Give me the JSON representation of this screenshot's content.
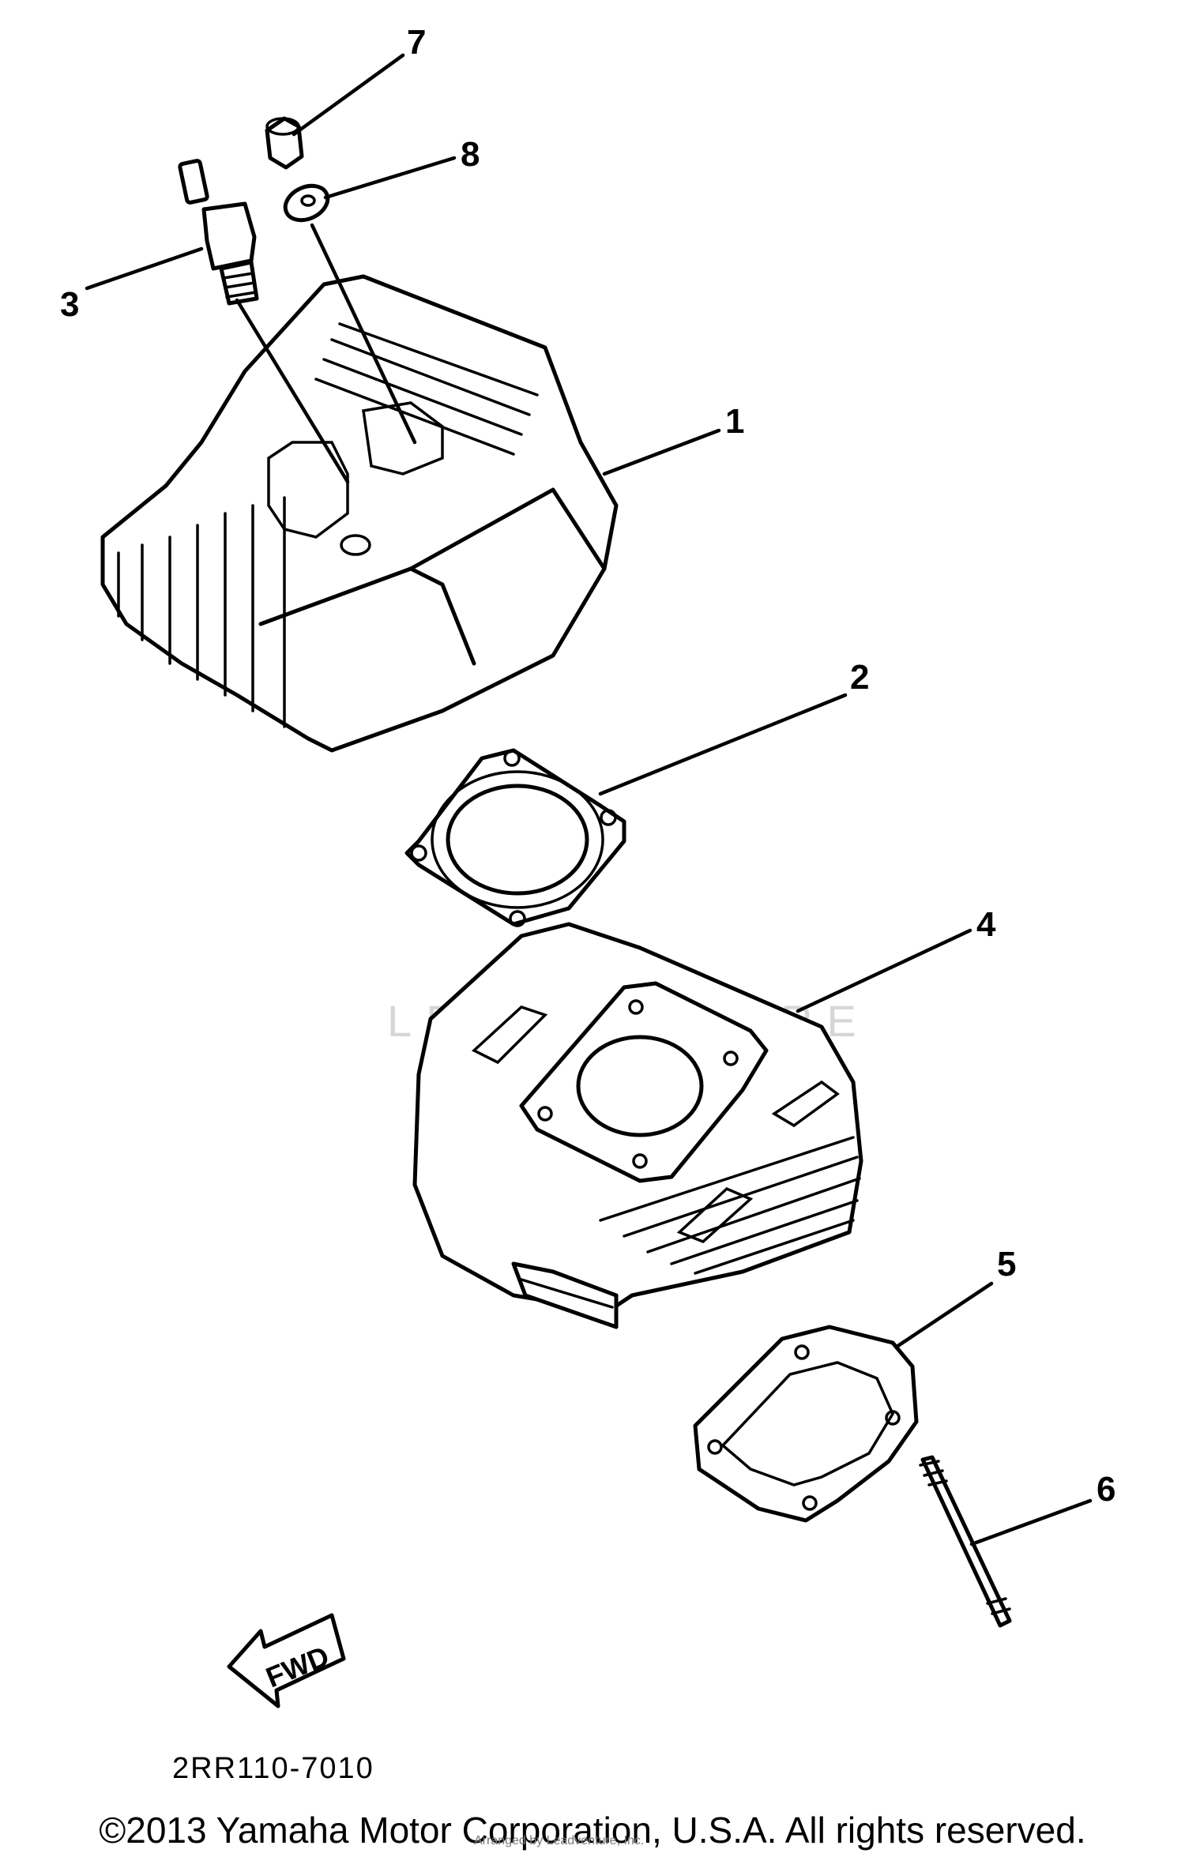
{
  "callouts": [
    "1",
    "2",
    "3",
    "4",
    "5",
    "6",
    "7",
    "8"
  ],
  "fwd_label": "FWD",
  "watermark": "LEADVENTURE",
  "diagram_code": "2RR110-7010",
  "copyright": "©2013 Yamaha Motor Corporation, U.S.A. All rights reserved.",
  "fineprint": "Arranged by Leadventure, Inc."
}
